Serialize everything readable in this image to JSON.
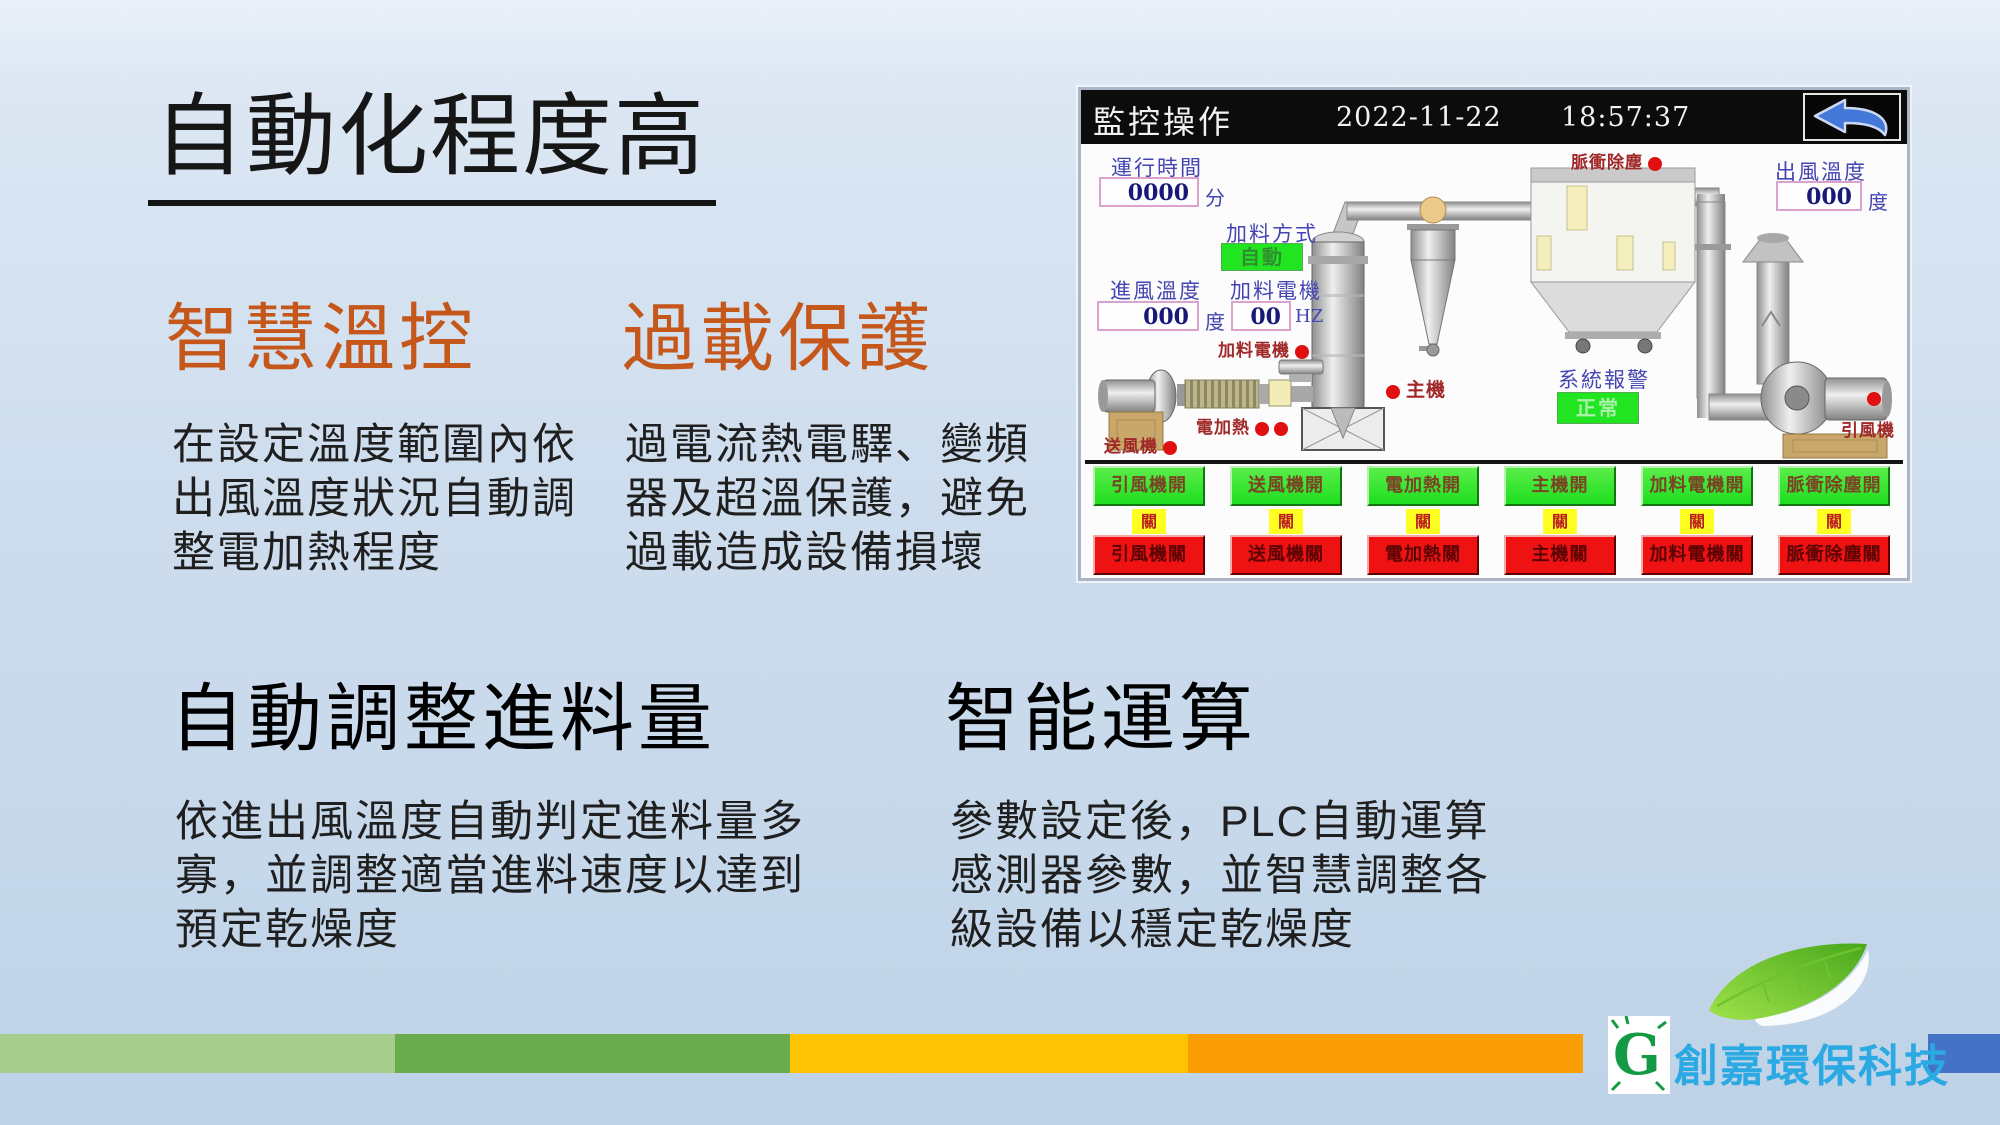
{
  "slide": {
    "title": "自動化程度高",
    "accent_color": "#C5571B",
    "sections": [
      {
        "heading": "智慧溫控",
        "body": "在設定溫度範圍內依\n出風溫度狀況自動調\n整電加熱程度"
      },
      {
        "heading": "過載保護",
        "body": "過電流熱電驛、變頻\n器及超溫保護，避免\n過載造成設備損壞"
      },
      {
        "heading": "自動調整進料量",
        "body": "依進出風溫度自動判定進料量多\n寡，並調整適當進料速度以達到\n預定乾燥度"
      },
      {
        "heading": "智能運算",
        "body": "參數設定後，PLC自動運算\n感測器參數，並智慧調整各\n級設備以穩定乾燥度"
      }
    ]
  },
  "hmi": {
    "header": {
      "title": "監控操作",
      "date": "2022-11-22",
      "time": "18:57:37"
    },
    "fields": {
      "runtime": {
        "label": "運行時間",
        "value": "0000",
        "unit": "分"
      },
      "feed_mode": {
        "label": "加料方式",
        "value": "自動"
      },
      "inlet_temp": {
        "label": "進風溫度",
        "value": "000",
        "unit": "度"
      },
      "feed_motor_hz": {
        "label": "加料電機",
        "value": "00",
        "unit": "HZ"
      },
      "outlet_temp": {
        "label": "出風溫度",
        "value": "000",
        "unit": "度"
      },
      "alarm": {
        "label": "系統報警",
        "value": "正常"
      }
    },
    "device_labels": {
      "pulse_dust": "脈衝除塵",
      "feed_motor": "加料電機",
      "main_machine": "主機",
      "heater": "電加熱",
      "supply_fan": "送風機",
      "induced_fan": "引風機"
    },
    "buttons": [
      {
        "on": "引風機開",
        "mid": "關",
        "off": "引風機關"
      },
      {
        "on": "送風機開",
        "mid": "關",
        "off": "送風機關"
      },
      {
        "on": "電加熱開",
        "mid": "關",
        "off": "電加熱關"
      },
      {
        "on": "主機開",
        "mid": "關",
        "off": "主機關"
      },
      {
        "on": "加料電機開",
        "mid": "關",
        "off": "加料電機關"
      },
      {
        "on": "脈衝除塵開",
        "mid": "關",
        "off": "脈衝除塵關"
      }
    ],
    "status_colors": {
      "on": "#1EDE1E",
      "off": "#EE1212",
      "mid": "#FFFF22",
      "alarm_ok": "#22E522"
    }
  },
  "footer": {
    "brand": "創嘉環保科技",
    "brand_color": "#2BA9E2",
    "stripes": [
      "#A6CD8C",
      "#6AAB4D",
      "#FEC403",
      "#FB9D04",
      "#4472C4"
    ]
  }
}
